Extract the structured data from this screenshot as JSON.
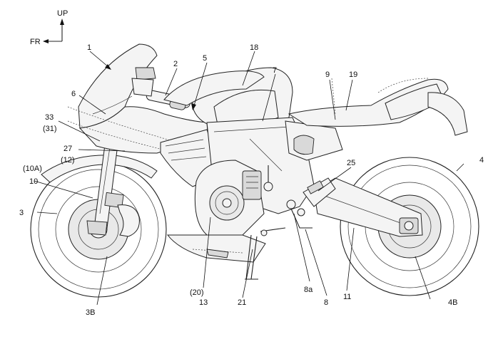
{
  "directions": {
    "up": "UP",
    "front": "FR"
  },
  "labels": {
    "l1": "1",
    "l2": "2",
    "l3": "3",
    "l3b": "3B",
    "l4": "4",
    "l4b": "4B",
    "l5": "5",
    "l6": "6",
    "l7": "7",
    "l8": "8",
    "l8a": "8a",
    "l9": "9",
    "l10": "10",
    "l10a": "(10A)",
    "l11": "11",
    "l12": "(12)",
    "l13": "13",
    "l18": "18",
    "l19": "19",
    "l20": "(20)",
    "l21": "21",
    "l25": "25",
    "l27": "27",
    "l31": "(31)",
    "l33": "33"
  }
}
